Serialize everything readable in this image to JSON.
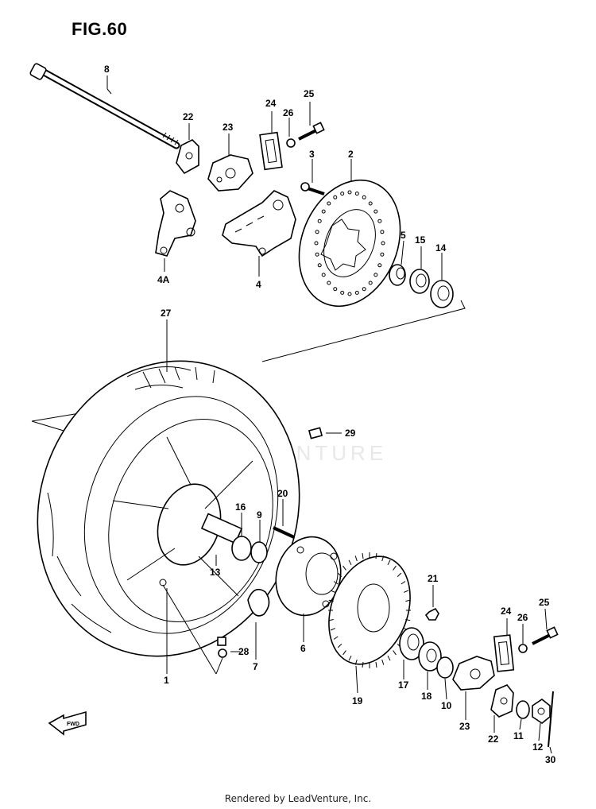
{
  "figure": {
    "title": "FIG.60"
  },
  "footer": {
    "text": "Rendered by LeadVenture, Inc."
  },
  "watermark": {
    "text": "LEADVENTURE"
  },
  "fwd_icon": {
    "label": "FWD"
  },
  "callouts": {
    "c1": "1",
    "c2": "2",
    "c3": "3",
    "c4": "4",
    "c4a": "4A",
    "c5": "5",
    "c6": "6",
    "c7": "7",
    "c8": "8",
    "c10": "10",
    "c11": "11",
    "c12": "12",
    "c13": "13",
    "c14": "14",
    "c15": "15",
    "c16": "16",
    "c17": "17",
    "c18": "18",
    "c19": "19",
    "c20": "20",
    "c21": "21",
    "c22a": "22",
    "c22b": "22",
    "c23a": "23",
    "c23b": "23",
    "c24a": "24",
    "c24b": "24",
    "c25a": "25",
    "c25b": "25",
    "c26a": "26",
    "c26b": "26",
    "c27": "27",
    "c28": "28",
    "c29": "29",
    "c30": "30",
    "c9": "9"
  }
}
